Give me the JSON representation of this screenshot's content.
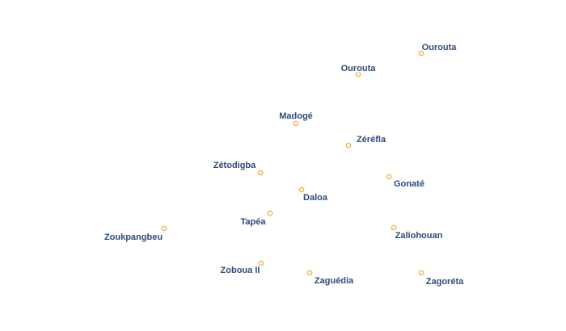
{
  "map": {
    "colors": {
      "background": "#ffffff",
      "label_text": "#2e4a7a",
      "label_halo": "#ffffff",
      "marker_stroke": "#e8b64a",
      "marker_fill": "#fff6df"
    },
    "places": [
      {
        "id": "ourouta-ne",
        "name": "Ourouta"
      },
      {
        "id": "ourouta",
        "name": "Ourouta"
      },
      {
        "id": "madoge",
        "name": "Madogé"
      },
      {
        "id": "zerefla",
        "name": "Zéréfla"
      },
      {
        "id": "zetodigba",
        "name": "Zétodigba"
      },
      {
        "id": "gonate",
        "name": "Gonaté"
      },
      {
        "id": "daloa",
        "name": "Daloa"
      },
      {
        "id": "tapea",
        "name": "Tapéa"
      },
      {
        "id": "zoukpangbeu",
        "name": "Zoukpangbeu"
      },
      {
        "id": "zaliohouan",
        "name": "Zaliohouan"
      },
      {
        "id": "zoboua-ii",
        "name": "Zoboua II"
      },
      {
        "id": "zaguedia",
        "name": "Zaguédia"
      },
      {
        "id": "zagoreta",
        "name": "Zagoréta"
      }
    ]
  }
}
